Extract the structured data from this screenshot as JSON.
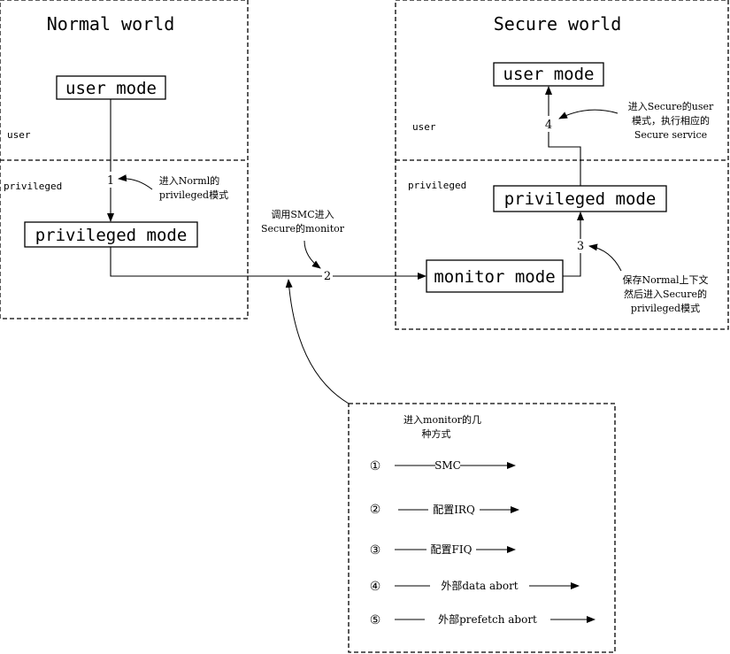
{
  "normal_world": {
    "title": "Normal world",
    "user_label": "user",
    "privileged_label": "privileged",
    "user_mode": "user mode",
    "privileged_mode": "privileged mode"
  },
  "secure_world": {
    "title": "Secure world",
    "user_label": "user",
    "privileged_label": "privileged",
    "user_mode": "user mode",
    "privileged_mode": "privileged mode"
  },
  "monitor_mode": "monitor mode",
  "steps": {
    "s1": "1",
    "s2": "2",
    "s3": "3",
    "s4": "4"
  },
  "annotations": {
    "a1_line1": "进入Norml的",
    "a1_line2": "privileged模式",
    "a2_line1": "调用SMC进入",
    "a2_line2": "Secure的monitor",
    "a3_line1": "保存Normal上下文",
    "a3_line2": "然后进入Secure的",
    "a3_line3": "privileged模式",
    "a4_line1": "进入Secure的user",
    "a4_line2": "模式，执行相应的",
    "a4_line3": "Secure service"
  },
  "legend": {
    "title_line1": "进入monitor的几",
    "title_line2": "种方式",
    "items": [
      {
        "marker": "①",
        "label": "SMC"
      },
      {
        "marker": "②",
        "label": "配置IRQ"
      },
      {
        "marker": "③",
        "label": "配置FIQ"
      },
      {
        "marker": "④",
        "label": "外部data abort"
      },
      {
        "marker": "⑤",
        "label": "外部prefetch abort"
      }
    ]
  }
}
